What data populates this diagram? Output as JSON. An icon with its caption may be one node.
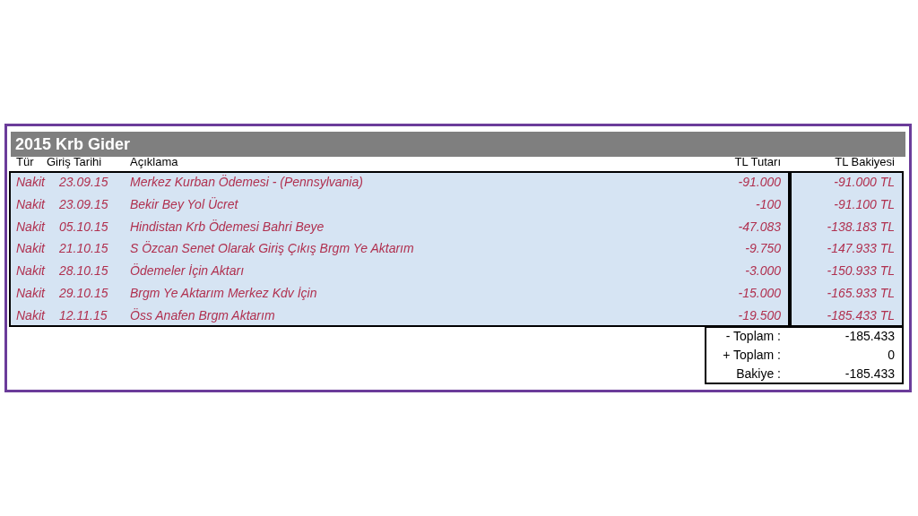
{
  "diagram": {
    "title": "2015 Krb Gider",
    "labels": [
      "Tür",
      "Giriş Tarihi",
      "Açıklama",
      "TL Tutarı",
      "TL Bakiyesi",
      "Nakit",
      "23.09.15",
      "Merkez Kurban Ödemesi  - (Pennsylvania)",
      "-91.000",
      "-91.000 TL",
      "Nakit",
      "23.09.15",
      "Bekir Bey Yol Ücret",
      "-100",
      "-91.100 TL",
      "Nakit",
      "05.10.15",
      "Hindistan Krb Ödemesi Bahri Beye",
      "-47.083",
      "-138.183 TL",
      "Nakit",
      "21.10.15",
      "S Özcan Senet Olarak Giriş Çıkış Brgm Ye Aktarım",
      "-9.750",
      "-147.933 TL",
      "Nakit",
      "28.10.15",
      "Ödemeler İçin Aktarı",
      "-3.000",
      "-150.933 TL",
      "Nakit",
      "29.10.15",
      "Brgm Ye Aktarım Merkez Kdv İçin",
      "-15.000",
      "-165.933 TL",
      "Nakit",
      "12.11.15",
      "Öss Anafen Brgm Aktarım",
      "-19.500",
      "-185.433 TL",
      "- Toplam :",
      "-185.433",
      "+ Toplam :",
      "0",
      "Bakiye :",
      "-185.433"
    ]
  }
}
